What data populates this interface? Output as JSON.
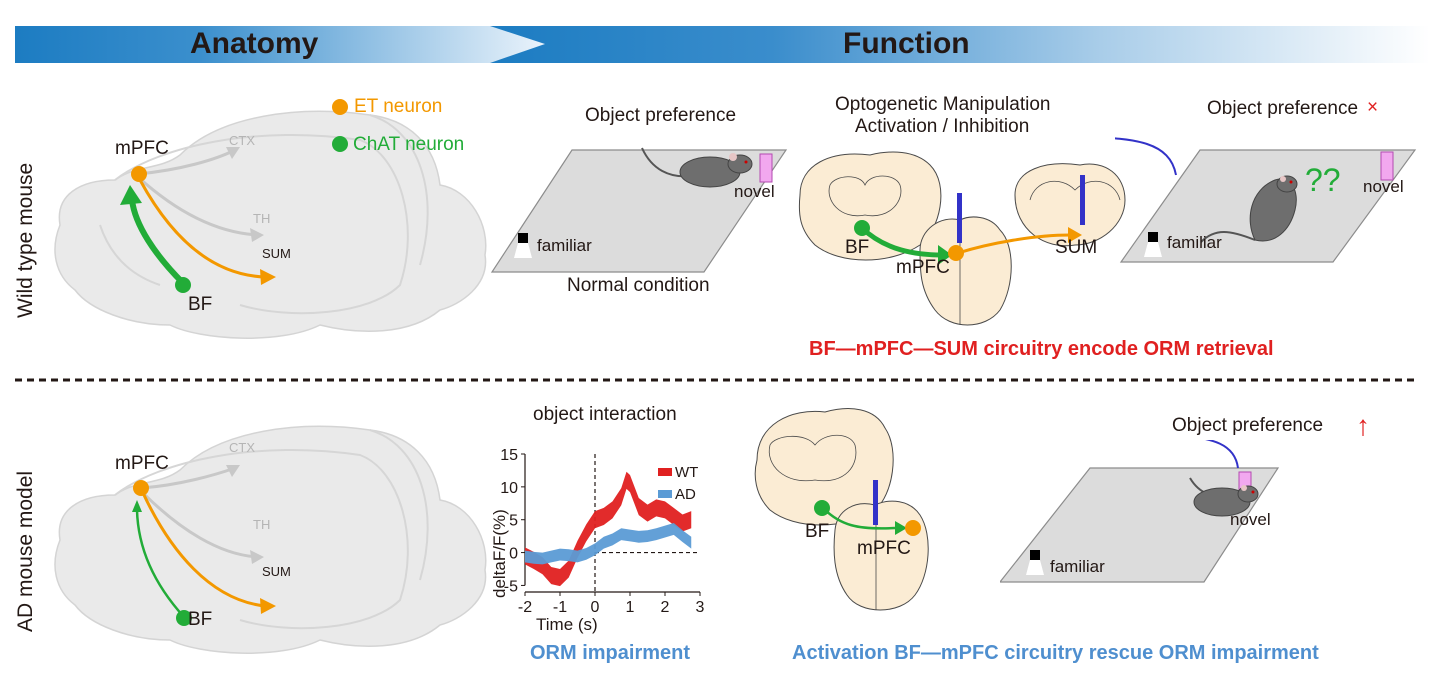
{
  "header": {
    "anatomy_label": "Anatomy",
    "function_label": "Function",
    "colors": {
      "band_dark": "#1f7fc3",
      "band_light": "#ffffff"
    }
  },
  "rows": {
    "wild_type_label": "Wild type mouse",
    "ad_label": "AD mouse model"
  },
  "legend": {
    "et_neuron": "ET neuron",
    "chat_neuron": "ChAT neuron",
    "et_color": "#f39800",
    "chat_color": "#22ac38"
  },
  "brain_labels": {
    "mpfc": "mPFC",
    "bf": "BF",
    "ctx": "CTX",
    "th": "TH",
    "sum": "SUM"
  },
  "wt_function": {
    "normal_title": "Object preference",
    "normal_caption": "Normal condition",
    "novel": "novel",
    "familiar": "familiar",
    "opto_title_line1": "Optogenetic Manipulation",
    "opto_title_line2": "Activation / Inhibition",
    "opto_bf": "BF",
    "opto_mpfc": "mPFC",
    "opto_sum": "SUM",
    "impaired_title": "Object preference",
    "impaired_mark": "×",
    "question": "??",
    "conclusion": "BF—mPFC—SUM circuitry encode ORM retrieval"
  },
  "ad_function": {
    "opto_bf": "BF",
    "opto_mpfc": "mPFC",
    "rescued_title": "Object preference",
    "rescued_mark": "↑",
    "novel": "novel",
    "familiar": "familiar",
    "chart_caption": "ORM impairment",
    "conclusion": "Activation BF—mPFC circuitry rescue ORM impairment"
  },
  "chart_data": {
    "type": "line",
    "title": "object interaction",
    "xlabel": "Time (s)",
    "ylabel": "deltaF/F(%)",
    "xlim": [
      -2,
      3
    ],
    "ylim": [
      -6,
      15
    ],
    "xticks": [
      -2,
      -1,
      0,
      1,
      2,
      3
    ],
    "yticks": [
      -5,
      0,
      5,
      10,
      15
    ],
    "legend_position": "top-right",
    "reference_lines": {
      "x": 0,
      "y": 0
    },
    "series": [
      {
        "name": "WT",
        "color": "#e02020",
        "x": [
          -2,
          -1.75,
          -1.5,
          -1.25,
          -1,
          -0.75,
          -0.5,
          -0.25,
          0,
          0.25,
          0.5,
          0.75,
          0.9,
          1,
          1.25,
          1.5,
          1.75,
          2,
          2.25,
          2.5,
          2.75
        ],
        "values": [
          -0.5,
          -1.2,
          -2.0,
          -3.5,
          -3.8,
          -2.5,
          0.5,
          3.0,
          5.0,
          5.5,
          6.5,
          8.5,
          11.0,
          10.5,
          7.0,
          6.0,
          6.8,
          6.5,
          5.5,
          4.5,
          5.0
        ],
        "band_halfwidth": 1.3
      },
      {
        "name": "AD",
        "color": "#5b9bd5",
        "x": [
          -2,
          -1.75,
          -1.5,
          -1.25,
          -1,
          -0.75,
          -0.5,
          -0.25,
          0,
          0.25,
          0.5,
          0.75,
          1,
          1.25,
          1.5,
          1.75,
          2,
          2.25,
          2.5,
          2.75
        ],
        "values": [
          -0.6,
          -0.8,
          -0.9,
          -0.6,
          -0.3,
          -0.4,
          -0.6,
          -0.2,
          0.5,
          1.5,
          2.0,
          2.8,
          2.6,
          2.4,
          2.5,
          2.8,
          3.2,
          3.6,
          2.5,
          1.5
        ],
        "band_halfwidth": 0.9
      }
    ]
  }
}
